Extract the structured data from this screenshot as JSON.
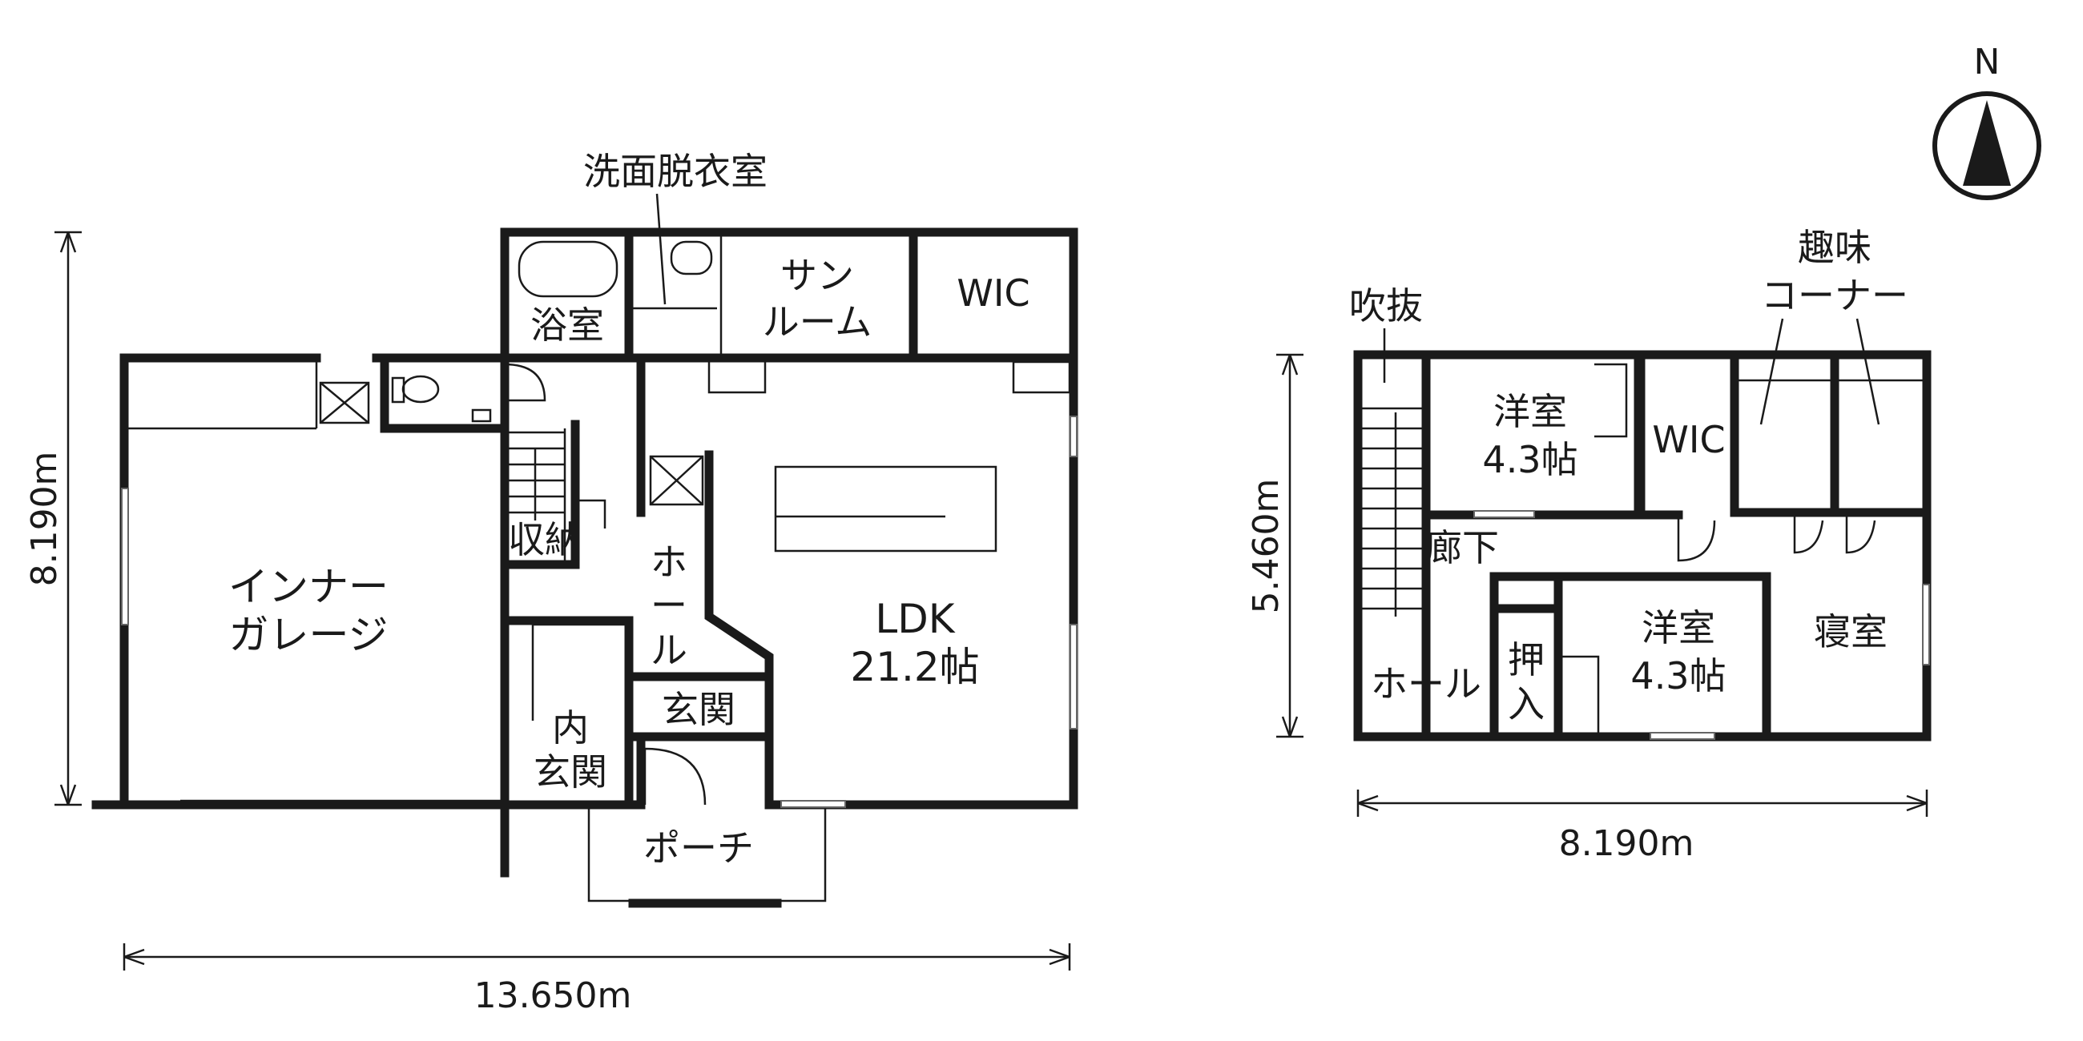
{
  "north_label": "N",
  "floor1": {
    "rooms": {
      "senmen": "洗面脱衣室",
      "yokushitsu": "浴室",
      "sunroom_1": "サン",
      "sunroom_2": "ルーム",
      "wic": "WIC",
      "garage_1": "インナー",
      "garage_2": "ガレージ",
      "shuno": "収納",
      "hall": [
        "ホ",
        "ー",
        "ル"
      ],
      "ldk_1": "LDK",
      "ldk_2": "21.2帖",
      "genkan": "玄関",
      "uchigenkan_1": "内",
      "uchigenkan_2": "玄関",
      "porch": "ポーチ"
    },
    "dim_width": "13.650m",
    "dim_depth": "8.190m"
  },
  "floor2": {
    "rooms": {
      "fukinuke": "吹抜",
      "shumi_1": "趣味",
      "shumi_2": "コーナー",
      "yoshitsu_a_1": "洋室",
      "yoshitsu_a_2": "4.3帖",
      "wic": "WIC",
      "roka": "廊下",
      "oshiire_1": "押",
      "oshiire_2": "入",
      "yoshitsu_b_1": "洋室",
      "yoshitsu_b_2": "4.3帖",
      "shinshitsu": "寝室",
      "hall": "ホール"
    },
    "dim_width": "8.190m",
    "dim_depth": "5.460m"
  }
}
